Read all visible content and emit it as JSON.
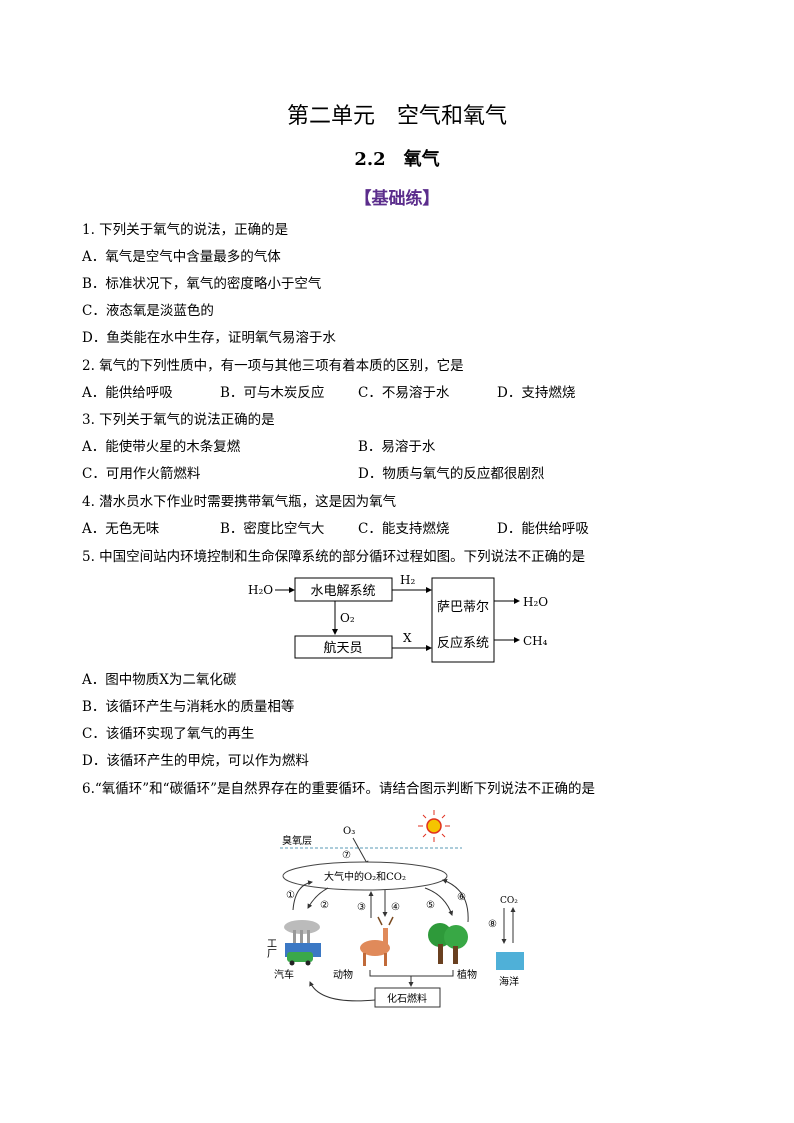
{
  "header": {
    "title": "第二单元　空气和氧气",
    "subtitle": "2.2　氧气",
    "section": "【基础练】",
    "section_color": "#5b2d8c"
  },
  "questions": [
    {
      "stem": "1. 下列关于氧气的说法，正确的是",
      "layout": "rows",
      "options": [
        "A．氧气是空气中含量最多的气体",
        "B．标准状况下，氧气的密度略小于空气",
        "C．液态氧是淡蓝色的",
        "D．鱼类能在水中生存，证明氧气易溶于水"
      ]
    },
    {
      "stem": "2. 氧气的下列性质中，有一项与其他三项有着本质的区别，它是",
      "layout": "four",
      "options": [
        "A．能供给呼吸",
        "B．可与木炭反应",
        "C．不易溶于水",
        "D．支持燃烧"
      ]
    },
    {
      "stem": "3. 下列关于氧气的说法正确的是",
      "layout": "two",
      "options": [
        "A．能使带火星的木条复燃",
        "B．易溶于水",
        "C．可用作火箭燃料",
        "D．物质与氧气的反应都很剧烈"
      ]
    },
    {
      "stem": "4. 潜水员水下作业时需要携带氧气瓶，这是因为氧气",
      "layout": "four",
      "options": [
        "A．无色无味",
        "B．密度比空气大",
        "C．能支持燃烧",
        "D．能供给呼吸"
      ]
    },
    {
      "stem": "5. 中国空间站内环境控制和生命保障系统的部分循环过程如图。下列说法不正确的是",
      "layout": "rows",
      "figure_gap": true,
      "options": [
        "A．图中物质X为二氧化碳",
        "B．该循环产生与消耗水的质量相等",
        "C．该循环实现了氧气的再生",
        "D．该循环产生的甲烷，可以作为燃料"
      ]
    },
    {
      "stem": "6.“氧循环”和“碳循环”是自然界存在的重要循环。请结合图示判断下列说法不正确的是",
      "layout": "rows",
      "options": []
    }
  ],
  "figure1": {
    "input": "H₂O",
    "electrolysis": "水电解系统",
    "h2": "H₂",
    "o2": "O₂",
    "astronaut": "航天员",
    "x": "X",
    "sabatier_1": "萨巴蒂尔",
    "sabatier_2": "反应系统",
    "out_water": "H₂O",
    "out_methane": "CH₄"
  },
  "figure2": {
    "ozone_layer": "臭氧层",
    "o3": "O₃",
    "cloud": "大气中的O₂和CO₂",
    "n1": "①",
    "n2": "②",
    "n3": "③",
    "n4": "④",
    "n5": "⑤",
    "n6": "⑥",
    "n7": "⑦",
    "n8": "⑧",
    "factory": "工厂",
    "car": "汽车",
    "animal": "动物",
    "plant": "植物",
    "co2": "CO₂",
    "ocean": "海洋",
    "fossil_fuel": "化石燃料"
  }
}
